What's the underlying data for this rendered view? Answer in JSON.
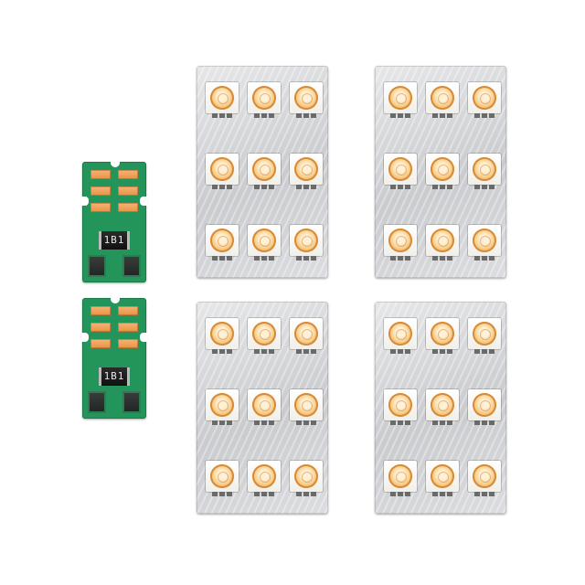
{
  "scene": {
    "description_free": true,
    "colors": {
      "background": "#ffffff",
      "pcb_green": "#23955a",
      "pad_amber": "#e89245",
      "panel_silver": "#d4d5d8",
      "led_lens": "#f6cb84"
    }
  },
  "modules": [
    {
      "resistor_marking": "1B1"
    },
    {
      "resistor_marking": "1B1"
    }
  ],
  "panels": [
    {
      "led_count": 9
    },
    {
      "led_count": 9
    },
    {
      "led_count": 9
    },
    {
      "led_count": 9
    }
  ]
}
